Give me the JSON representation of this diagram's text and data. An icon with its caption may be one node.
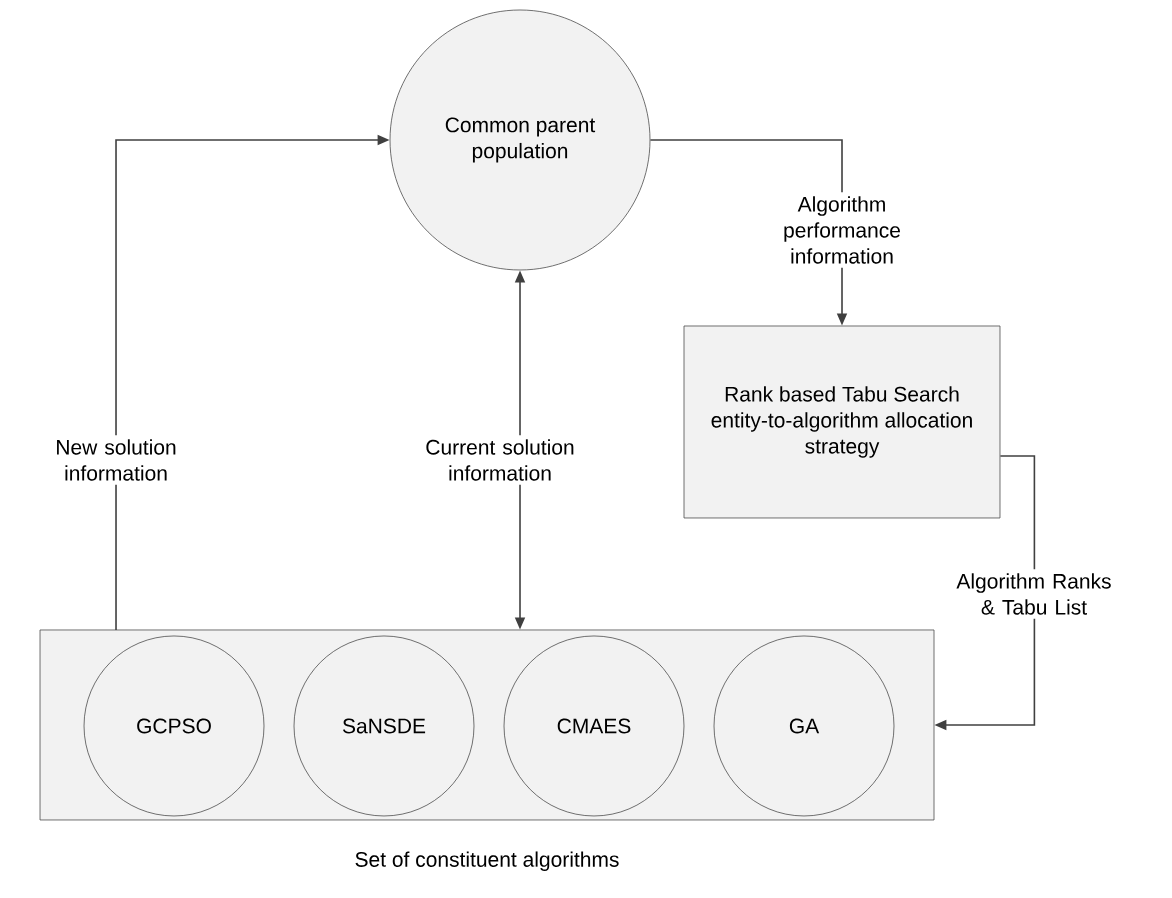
{
  "diagram": {
    "nodes": [
      {
        "text": [
          "Common parent population"
        ]
      },
      {
        "text": [
          "Rank based Tabu Search entity-to-algorithm allocation strategy"
        ]
      },
      {
        "text": [
          "Set of constituent algorithms"
        ]
      },
      {
        "text": [
          "GCPSO"
        ],
        "in": 2
      },
      {
        "text": [
          "SaNSDE"
        ],
        "in": 2
      },
      {
        "text": [
          "CMAES"
        ],
        "in": 2
      },
      {
        "text": [
          "GA"
        ],
        "in": 2
      }
    ],
    "edges": [
      {
        "from": 2,
        "to": 0,
        "arrow": "to",
        "label": "New solution information"
      },
      {
        "from": 0,
        "to": 2,
        "arrow": "both",
        "label": "Current solution information"
      },
      {
        "from": 0,
        "to": 1,
        "arrow": "to",
        "label": "Algorithm performance information"
      },
      {
        "from": 1,
        "to": 2,
        "arrow": "to",
        "label": "Algorithm Ranks & Tabu List"
      }
    ]
  }
}
